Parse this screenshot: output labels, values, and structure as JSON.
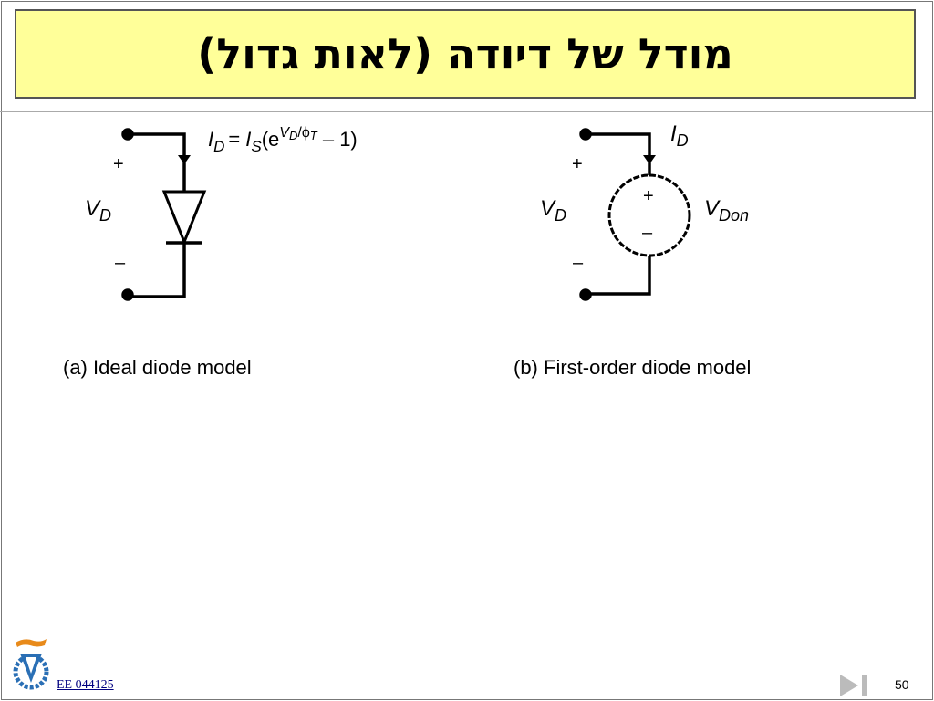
{
  "slide": {
    "title": "מודל של דיודה (לאות גדול)",
    "page_number": "50",
    "course": "EE 044125"
  },
  "diagram_a": {
    "plus": "+",
    "minus": "–",
    "v_main": "V",
    "v_sub": "D",
    "eq_i": "I",
    "eq_i_sub": "D",
    "eq_eq": "=",
    "eq_is": "I",
    "eq_is_sub": "S",
    "eq_open": "(e",
    "eq_exp_v": "V",
    "eq_exp_vsub": "D",
    "eq_exp_slash": "/",
    "eq_exp_phi": "ϕ",
    "eq_exp_t": "T",
    "eq_tail": " – 1)",
    "caption": "(a) Ideal diode model"
  },
  "diagram_b": {
    "plus": "+",
    "minus": "–",
    "v_main": "V",
    "v_sub": "D",
    "i_main": "I",
    "i_sub": "D",
    "src_plus": "+",
    "src_minus": "–",
    "vdon_main": "V",
    "vdon_sub": "Don",
    "caption": "(b) First-order diode model"
  },
  "colors": {
    "title_bg": "#ffff99",
    "link": "#000080"
  },
  "icons": {
    "nav": "play-next-icon",
    "logo": "technion-logo-icon"
  }
}
